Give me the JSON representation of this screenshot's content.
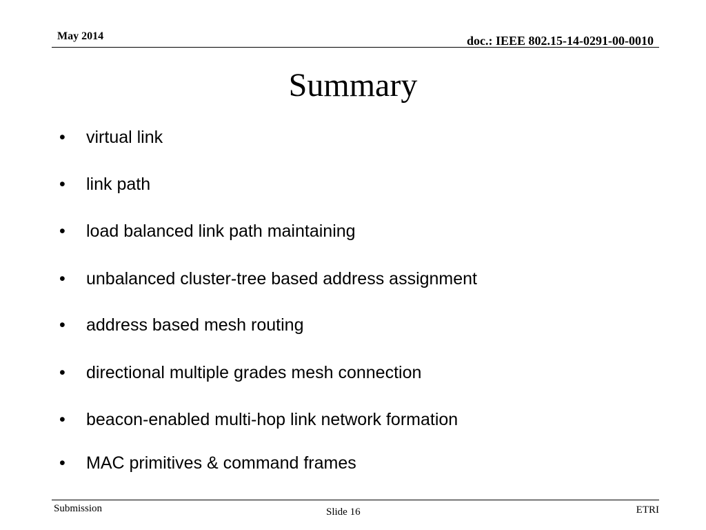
{
  "header": {
    "date": "May 2014",
    "doc_id": "doc.: IEEE 802.15-14-0291-00-0010"
  },
  "slide": {
    "title": "Summary",
    "bullet_glyph": "•",
    "bullets": [
      "virtual link",
      "link path",
      "load balanced link path maintaining",
      "unbalanced cluster-tree based address assignment",
      "address based mesh routing",
      "directional multiple grades mesh connection",
      "beacon-enabled multi-hop link network formation",
      "MAC primitives & command frames"
    ]
  },
  "footer": {
    "left": "Submission",
    "center": "Slide 16",
    "right": "ETRI"
  }
}
